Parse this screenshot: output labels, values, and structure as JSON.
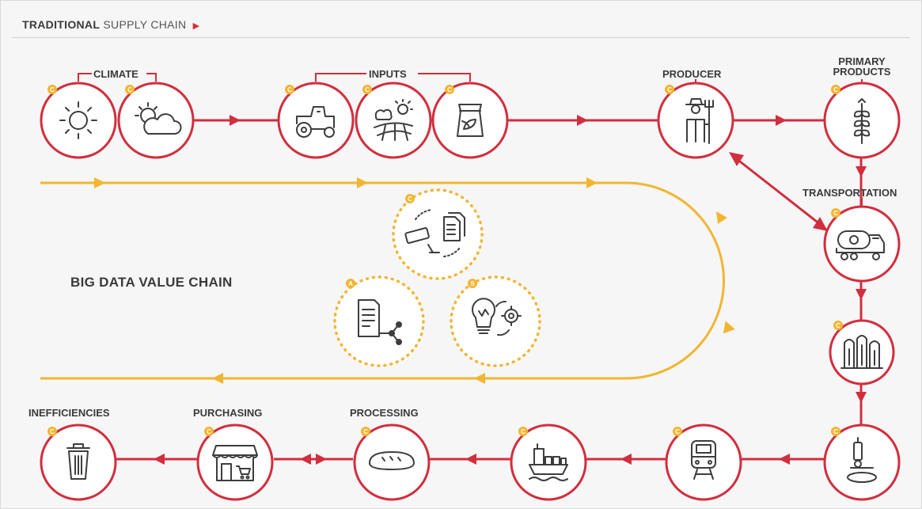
{
  "header": {
    "title_bold": "TRADITIONAL",
    "title_light": "SUPPLY CHAIN",
    "arrow": "▶"
  },
  "labels": {
    "climate": "CLIMATE",
    "inputs": "INPUTS",
    "producer": "PRODUCER",
    "primary_products_line1": "PRIMARY",
    "primary_products_line2": "PRODUCTS",
    "transportation": "TRANSPORTATION",
    "big_data_value_chain": "BIG DATA VALUE CHAIN",
    "inefficiencies": "INEFFICIENCIES",
    "purchasing": "PURCHASING",
    "processing": "PROCESSING"
  },
  "badges": {
    "supply": "C",
    "data_1": "C",
    "data_2": "A",
    "data_3": "S"
  },
  "colors": {
    "supply_red": "#d22e3d",
    "data_yellow": "#f2b531",
    "icon_gray": "#3d3d3d",
    "badge_fill": "#f2b531"
  }
}
